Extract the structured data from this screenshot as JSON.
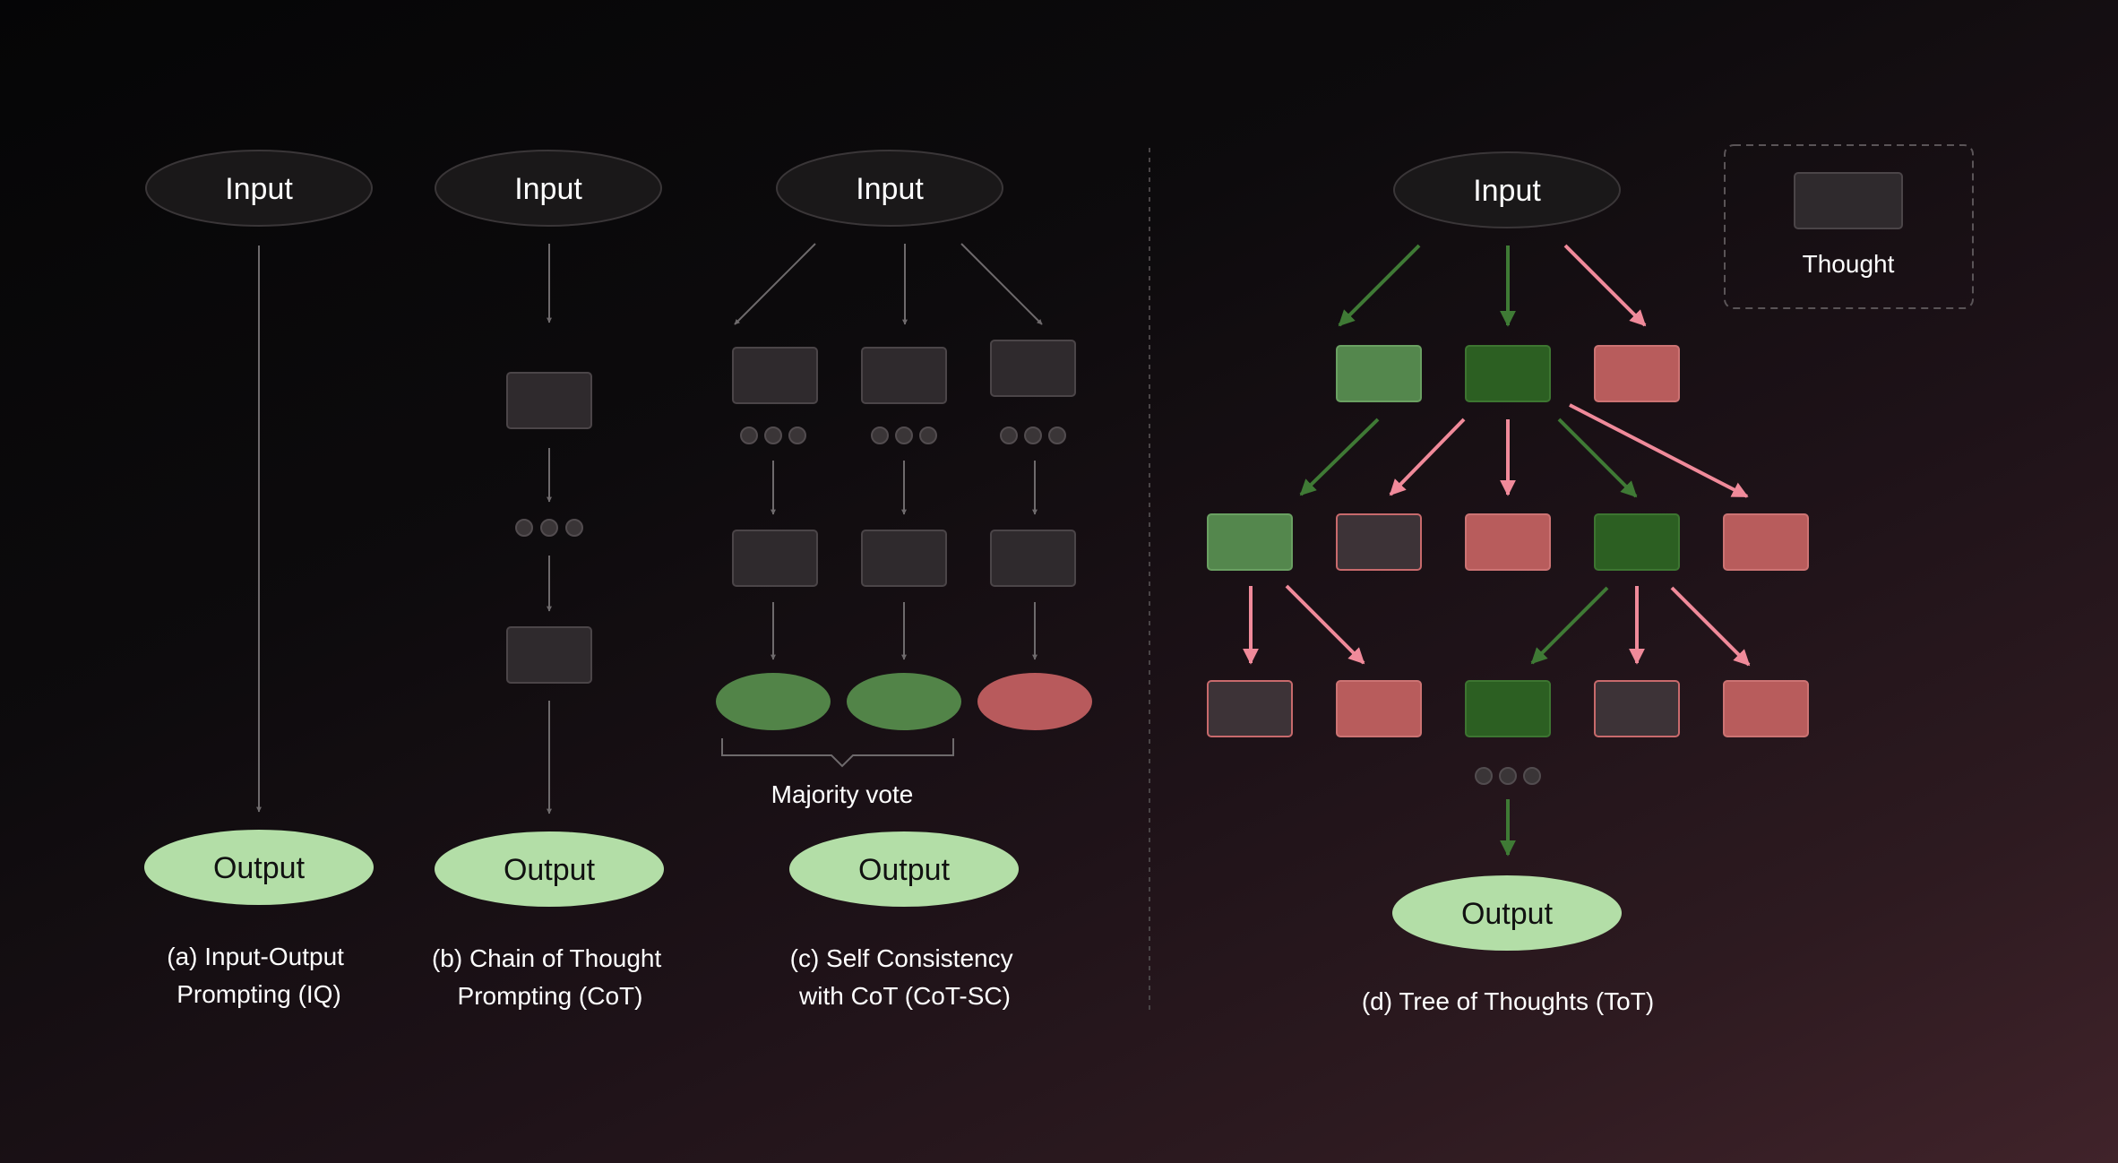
{
  "colors": {
    "background_start": "#050506",
    "background_end": "#40232a",
    "dark_node_fill": "#1a1819",
    "dark_node_stroke": "#3a3638",
    "output_fill": "#b3dea7",
    "thought_fill": "#2f2a2d",
    "thought_stroke": "#4b4548",
    "thought_red_fill": "#b85c5c",
    "thought_light_green_fill": "#54874d",
    "thought_dark_green_fill": "#2c5f22",
    "thought_dark_red_border": "#3e3438",
    "arrow_gray": "#6e6a6c",
    "arrow_green": "#3f7a35",
    "arrow_pink": "#f08a9a",
    "vote_green": "#528448",
    "vote_red": "#b85a5c",
    "dot_fill": "#3a3537",
    "text_white": "#ffffff",
    "text_dark": "#111111"
  },
  "labels": {
    "input": "Input",
    "output": "Output",
    "majority_vote": "Majority vote",
    "legend_thought": "Thought"
  },
  "captions": {
    "io": [
      "(a) Input-Output",
      "Prompting (IQ)"
    ],
    "cot": [
      "(b) Chain of Thought",
      "Prompting (CoT)"
    ],
    "cotsc": [
      "(c) Self Consistency",
      "with CoT (CoT-SC)"
    ],
    "tot": [
      "(d) Tree of Thoughts (ToT)"
    ]
  }
}
